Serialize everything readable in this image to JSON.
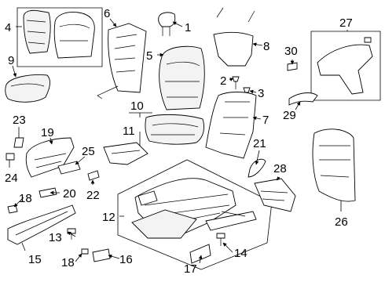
{
  "diagram": {
    "type": "exploded-parts-diagram",
    "callouts": [
      "1",
      "2",
      "3",
      "4",
      "5",
      "6",
      "7",
      "8",
      "9",
      "10",
      "11",
      "12",
      "13",
      "14",
      "15",
      "16",
      "17",
      "18",
      "18",
      "19",
      "20",
      "21",
      "22",
      "23",
      "24",
      "25",
      "26",
      "27",
      "28",
      "29",
      "30"
    ]
  }
}
